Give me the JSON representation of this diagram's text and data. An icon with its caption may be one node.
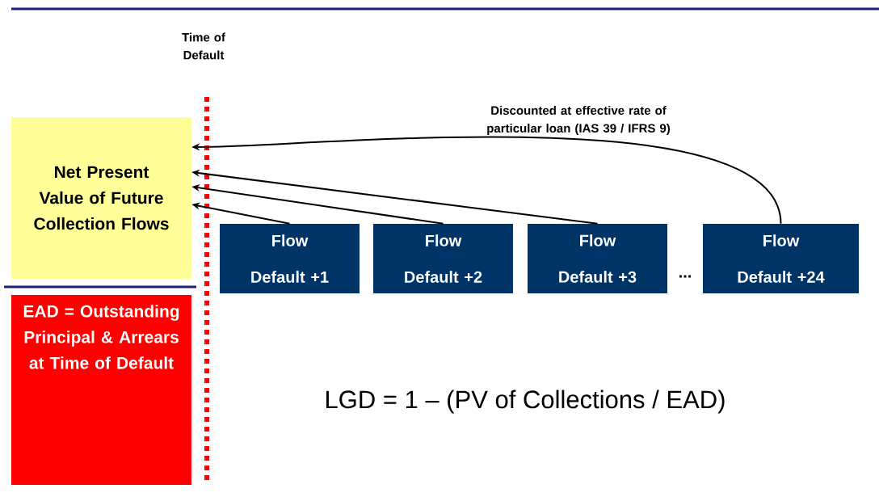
{
  "diagram": {
    "nodes": [
      {
        "text": [
          "Net Present Value of Future Collection Flows"
        ]
      },
      {
        "text": [
          "EAD = Outstanding Principal & Arrears at Time of Default"
        ]
      },
      {
        "text": [
          "Flow",
          "Default +1"
        ]
      },
      {
        "text": [
          "Flow",
          "Default +2"
        ]
      },
      {
        "text": [
          "Flow",
          "Default +3"
        ]
      },
      {
        "text": [
          "Flow",
          "Default +24"
        ]
      }
    ],
    "edges": [
      {
        "from": 2,
        "to": 0,
        "arrow": "to"
      },
      {
        "from": 3,
        "to": 0,
        "arrow": "to"
      },
      {
        "from": 4,
        "to": 0,
        "arrow": "to"
      },
      {
        "from": 5,
        "to": 0,
        "arrow": "to",
        "label": "Discounted at effective rate of particular loan (IAS 39 / IFRS 9)"
      }
    ],
    "labels": [
      "Time of Default",
      "...",
      "LGD  = 1 – (PV of  Collections / EAD)"
    ]
  }
}
